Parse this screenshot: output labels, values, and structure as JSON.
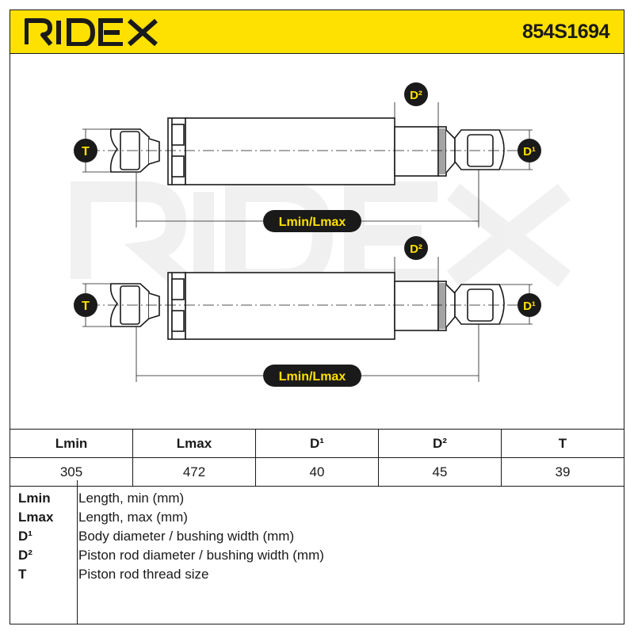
{
  "header": {
    "brand": "RIDEX",
    "part_number": "854S1694"
  },
  "drawing": {
    "label_t": "T",
    "label_d1": "D¹",
    "label_d2": "D²",
    "label_length": "Lmin/Lmax",
    "label_color": "#ffe100",
    "watermark": "RIDEX"
  },
  "specs": {
    "headers": [
      "Lmin",
      "Lmax",
      "D¹",
      "D²",
      "T"
    ],
    "values": [
      "305",
      "472",
      "40",
      "45",
      "39"
    ]
  },
  "legend": [
    {
      "abbr": "Lmin",
      "desc": "Length, min (mm)"
    },
    {
      "abbr": "Lmax",
      "desc": "Length, max (mm)"
    },
    {
      "abbr": "D¹",
      "desc": "Body diameter / bushing width (mm)"
    },
    {
      "abbr": "D²",
      "desc": "Piston rod diameter / bushing width (mm)"
    },
    {
      "abbr": "T",
      "desc": "Piston rod thread size"
    }
  ]
}
